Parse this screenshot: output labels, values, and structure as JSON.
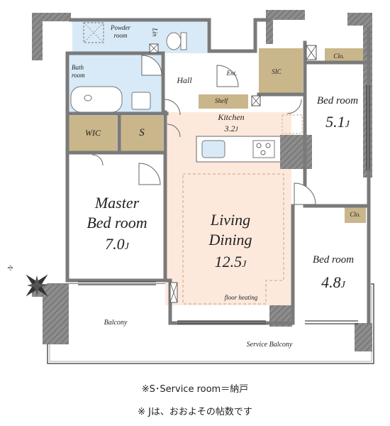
{
  "rooms": {
    "powder_room": "Powder\nroom",
    "linen": "Lin",
    "bath_room": "Bath\nroom",
    "hall": "Hall",
    "entrance": "Ent.",
    "sic": "SIC",
    "closet_top": "Clo.",
    "closet_right": "Clo.",
    "shelf": "Shelf",
    "kitchen_name": "Kitchen",
    "kitchen_size": "3.2",
    "wic": "WIC",
    "service": "S",
    "bedroom_upper_name": "Bed room",
    "bedroom_upper_size": "5.1",
    "master_name": "Master\nBed room",
    "master_size": "7.0",
    "living_name": "Living\nDining",
    "living_size": "12.5",
    "floor_heating": "floor heating",
    "bedroom_lower_name": "Bed room",
    "bedroom_lower_size": "4.8",
    "balcony": "Balcony",
    "service_balcony": "Service Balcony"
  },
  "unit_symbol": "J",
  "compass_label": "N",
  "notes": {
    "line1": "※S･Service room＝納戸",
    "line2": "※ Jは、おおよその帖数です"
  },
  "colors": {
    "wall": "#7a7a7a",
    "storage": "#c9b68a",
    "wet_area": "#d8eaf7",
    "living": "#fde9dc",
    "room": "#ffffff",
    "hatch": "#9a9a9a"
  }
}
